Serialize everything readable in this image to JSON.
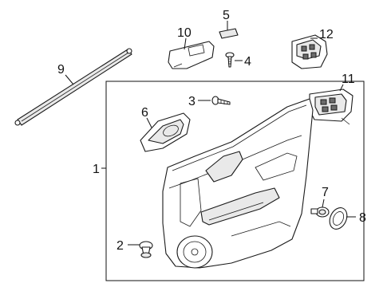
{
  "callouts": {
    "c1": "1",
    "c2": "2",
    "c3": "3",
    "c4": "4",
    "c5": "5",
    "c6": "6",
    "c7": "7",
    "c8": "8",
    "c9": "9",
    "c10": "10",
    "c11": "11",
    "c12": "12"
  },
  "colors": {
    "line": "#111111",
    "part_fill": "#ffffff",
    "part_shade": "#e9e9e9",
    "dark": "#6b6b6b"
  }
}
